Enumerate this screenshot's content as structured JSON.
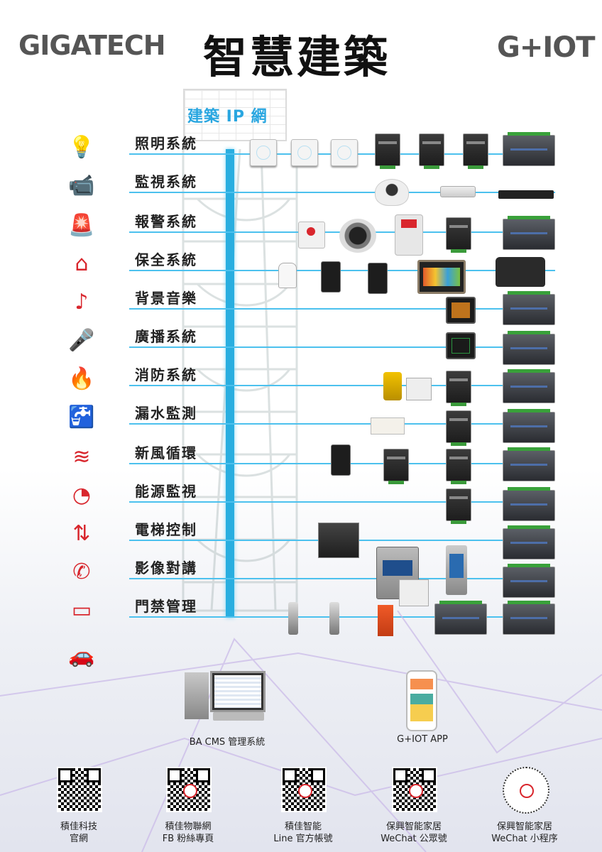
{
  "header": {
    "logo_left": "GIGATECH",
    "title": "智慧建築",
    "logo_right": "G+IOT"
  },
  "network_label": "建築 IP 網",
  "systems": [
    {
      "label": "照明系統",
      "icon": "lightbulb-icon",
      "glyph": "💡"
    },
    {
      "label": "監視系統",
      "icon": "cctv-camera-icon",
      "glyph": "📹"
    },
    {
      "label": "報警系統",
      "icon": "alarm-siren-icon",
      "glyph": "🚨"
    },
    {
      "label": "保全系統",
      "icon": "home-shield-icon",
      "glyph": "⌂"
    },
    {
      "label": "背景音樂",
      "icon": "music-note-icon",
      "glyph": "♪"
    },
    {
      "label": "廣播系統",
      "icon": "microphone-icon",
      "glyph": "🎤"
    },
    {
      "label": "消防系統",
      "icon": "fire-icon",
      "glyph": "🔥"
    },
    {
      "label": "漏水監測",
      "icon": "water-tap-icon",
      "glyph": "🚰"
    },
    {
      "label": "新風循環",
      "icon": "wind-icon",
      "glyph": "≋"
    },
    {
      "label": "能源監視",
      "icon": "gauge-icon",
      "glyph": "◔"
    },
    {
      "label": "電梯控制",
      "icon": "elevator-icon",
      "glyph": "⇅"
    },
    {
      "label": "影像對講",
      "icon": "phone-icon",
      "glyph": "✆"
    },
    {
      "label": "門禁管理",
      "icon": "access-card-icon",
      "glyph": "▭"
    }
  ],
  "parking_icon": {
    "icon": "parking-barrier-car-icon",
    "glyph": "🚗"
  },
  "bottom": {
    "cms_label": "BA CMS 管理系統",
    "app_label": "G+IOT APP"
  },
  "qr_codes": [
    {
      "line1": "積佳科技",
      "line2": "官網"
    },
    {
      "line1": "積佳物聯網",
      "line2": "FB 粉絲專頁"
    },
    {
      "line1": "積佳智能",
      "line2": "Line 官方帳號"
    },
    {
      "line1": "保興智能家居",
      "line2": "WeChat 公眾號"
    },
    {
      "line1": "保興智能家居",
      "line2": "WeChat 小程序"
    }
  ],
  "colors": {
    "network": "#29aee0",
    "icon_red": "#d8262d",
    "title": "#111111"
  }
}
